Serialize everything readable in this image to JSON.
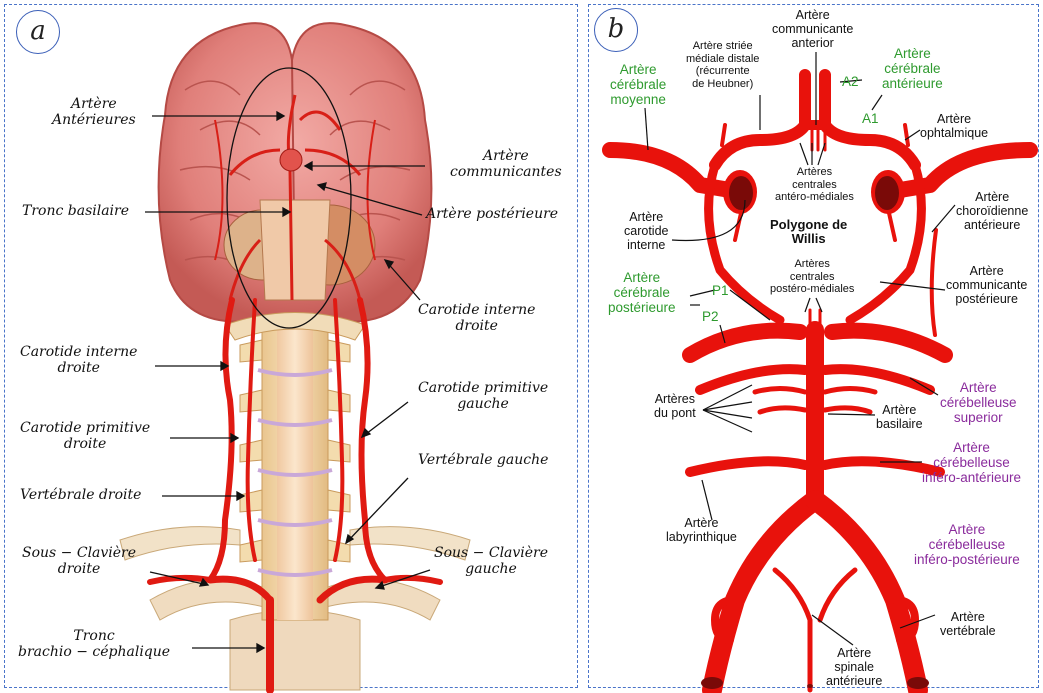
{
  "panel_a": {
    "letter": "a",
    "labels": {
      "arteres_anterieures": [
        "Artère",
        "Antérieures"
      ],
      "tronc_basilaire": "Tronc basilaire",
      "artere_communicantes": [
        "Artère",
        "communicantes"
      ],
      "artere_posterieure": "Artère postérieure",
      "carotide_interne_droite_right": [
        "Carotide interne",
        "droite"
      ],
      "carotide_interne_droite_left": [
        "Carotide interne",
        "droite"
      ],
      "carotide_primitive_gauche": [
        "Carotide primitive",
        "gauche"
      ],
      "carotide_primitive_droite": [
        "Carotide primitive",
        "droite"
      ],
      "vertebrale_gauche": "Vertébrale gauche",
      "vertebrale_droite": "Vertébrale droite",
      "sous_claviere_droite": [
        "Sous − Clavière",
        "droite"
      ],
      "sous_claviere_gauche": [
        "Sous − Clavière",
        "gauche"
      ],
      "tronc_brachio": [
        "Tronc",
        "brachio − céphalique"
      ]
    }
  },
  "panel_b": {
    "letter": "b",
    "labels": {
      "communicante_anterior": [
        "Artère",
        "communicante",
        "anterior"
      ],
      "striee": [
        "Artère striée",
        "médiale distale",
        "(récurrente",
        "de Heubner)"
      ],
      "cerebrale_anterieure": [
        "Artère",
        "cérébrale",
        "antérieure"
      ],
      "a2": "A2",
      "a1": "A1",
      "cerebrale_moyenne": [
        "Artère",
        "cérébrale",
        "moyenne"
      ],
      "ophtalmique": [
        "Artère",
        "ophtalmique"
      ],
      "centrales_antero": [
        "Artères",
        "centrales",
        "antéro-médiales"
      ],
      "polygone": [
        "Polygone de",
        "Willis"
      ],
      "carotide_interne": [
        "Artère",
        "carotide",
        "interne"
      ],
      "choroidienne": [
        "Artère",
        "choroïdienne",
        "antérieure"
      ],
      "centrales_postero": [
        "Artères",
        "centrales",
        "postéro-médiales"
      ],
      "cerebrale_posterieure": [
        "Artère",
        "cérébrale",
        "postérieure"
      ],
      "p1": "P1",
      "p2": "P2",
      "communicante_posterieure": [
        "Artère",
        "communicante",
        "postérieure"
      ],
      "arteres_du_pont": [
        "Artères",
        "du pont"
      ],
      "basilaire": [
        "Artère",
        "basilaire"
      ],
      "cerebelleuse_superior": [
        "Artère",
        "cérébelleuse",
        "superior"
      ],
      "cerebelleuse_infero_ant": [
        "Artère",
        "cérébelleuse",
        "inféro-antérieure"
      ],
      "labyrinthique": [
        "Artère",
        "labyrinthique"
      ],
      "cerebelleuse_infero_post": [
        "Artère",
        "cérébelleuse",
        "inféro-postérieure"
      ],
      "vertebrale": [
        "Artère",
        "vertébrale"
      ],
      "spinale": [
        "Artère",
        "spinale",
        "antérieure"
      ]
    }
  },
  "colors": {
    "artery_red": "#e8120c",
    "artery_dark": "#7a0a08",
    "border_blue": "#4a74c9",
    "green_label": "#2e9a2e",
    "purple_label": "#8a2b9c",
    "brain_pink": "#e88a86",
    "vertebra": "#f3d9a8"
  }
}
